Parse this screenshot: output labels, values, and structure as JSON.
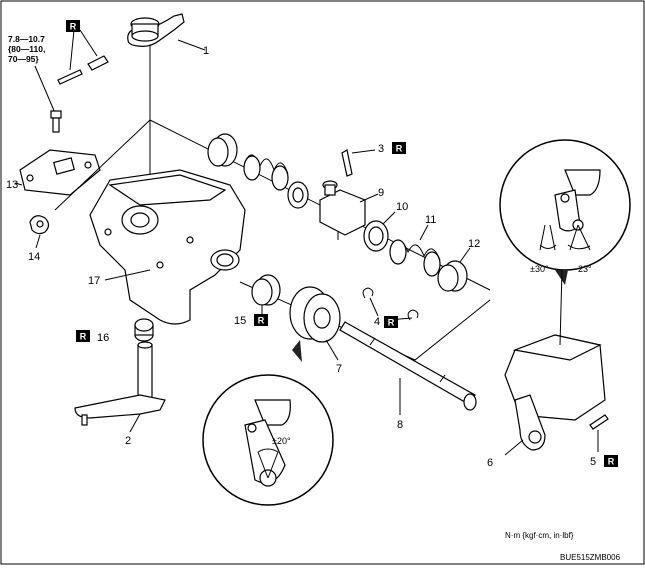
{
  "callouts": [
    {
      "id": "1",
      "label": "1"
    },
    {
      "id": "2",
      "label": "2"
    },
    {
      "id": "3",
      "label": "3"
    },
    {
      "id": "4",
      "label": "4"
    },
    {
      "id": "5",
      "label": "5"
    },
    {
      "id": "6",
      "label": "6"
    },
    {
      "id": "7",
      "label": "7"
    },
    {
      "id": "8",
      "label": "8"
    },
    {
      "id": "9",
      "label": "9"
    },
    {
      "id": "10",
      "label": "10"
    },
    {
      "id": "11",
      "label": "11"
    },
    {
      "id": "12",
      "label": "12"
    },
    {
      "id": "13",
      "label": "13"
    },
    {
      "id": "14",
      "label": "14"
    },
    {
      "id": "15",
      "label": "15"
    },
    {
      "id": "16",
      "label": "16"
    },
    {
      "id": "17",
      "label": "17"
    }
  ],
  "replace_badge": "R",
  "torque": {
    "line1": "7.8—10.7",
    "line2": "{80—110,",
    "line3": "70—95}"
  },
  "detail_angles": {
    "top_left": "±30°",
    "top_right": "23°",
    "bottom": "±20°"
  },
  "units_note": "N·m {kgf·cm, in·lbf}",
  "figure_code": "BUE515ZMB006"
}
